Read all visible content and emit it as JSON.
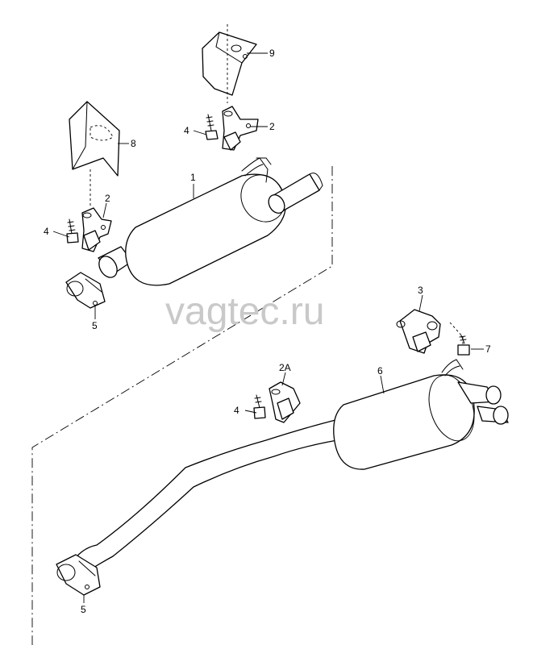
{
  "watermark": "vagtec.ru",
  "callouts": {
    "c1": "1",
    "c2_upper": "2",
    "c2_left": "2",
    "c2a": "2A",
    "c3": "3",
    "c4_upper": "4",
    "c4_left": "4",
    "c4_lower": "4",
    "c5_upper": "5",
    "c5_lower": "5",
    "c6": "6",
    "c7": "7",
    "c8": "8",
    "c9": "9"
  },
  "colors": {
    "line": "#000000",
    "background": "#ffffff",
    "watermark": "#c9c9c9"
  }
}
